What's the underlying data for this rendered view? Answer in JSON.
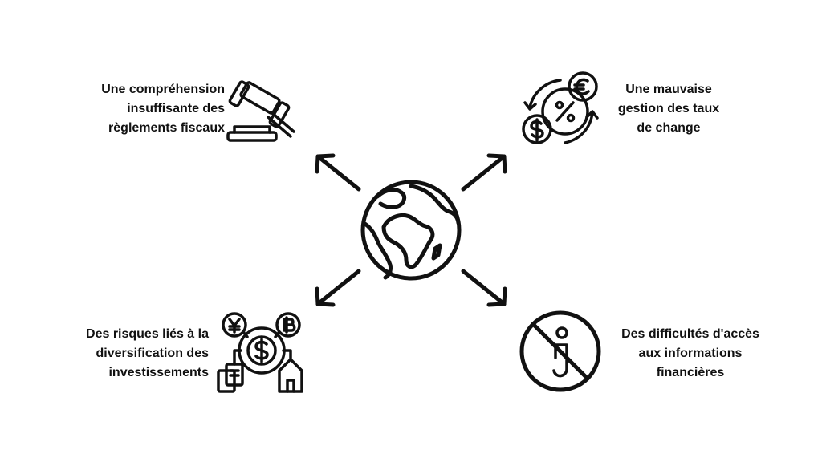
{
  "colors": {
    "stroke": "#111111",
    "background": "#ffffff"
  },
  "center": {
    "icon": "globe-icon"
  },
  "items": [
    {
      "id": "tl",
      "icon": "gavel-icon",
      "text": "Une compréhension\ninsuffisante des\nrèglements fiscaux"
    },
    {
      "id": "tr",
      "icon": "currency-exchange-icon",
      "text": "Une mauvaise\ngestion des taux\nde change"
    },
    {
      "id": "bl",
      "icon": "diversified-investment-icon",
      "text": "Des risques liés à la\ndiversification des\ninvestissements"
    },
    {
      "id": "br",
      "icon": "no-information-icon",
      "text": "Des difficultés d'accès\naux informations\nfinancières"
    }
  ]
}
